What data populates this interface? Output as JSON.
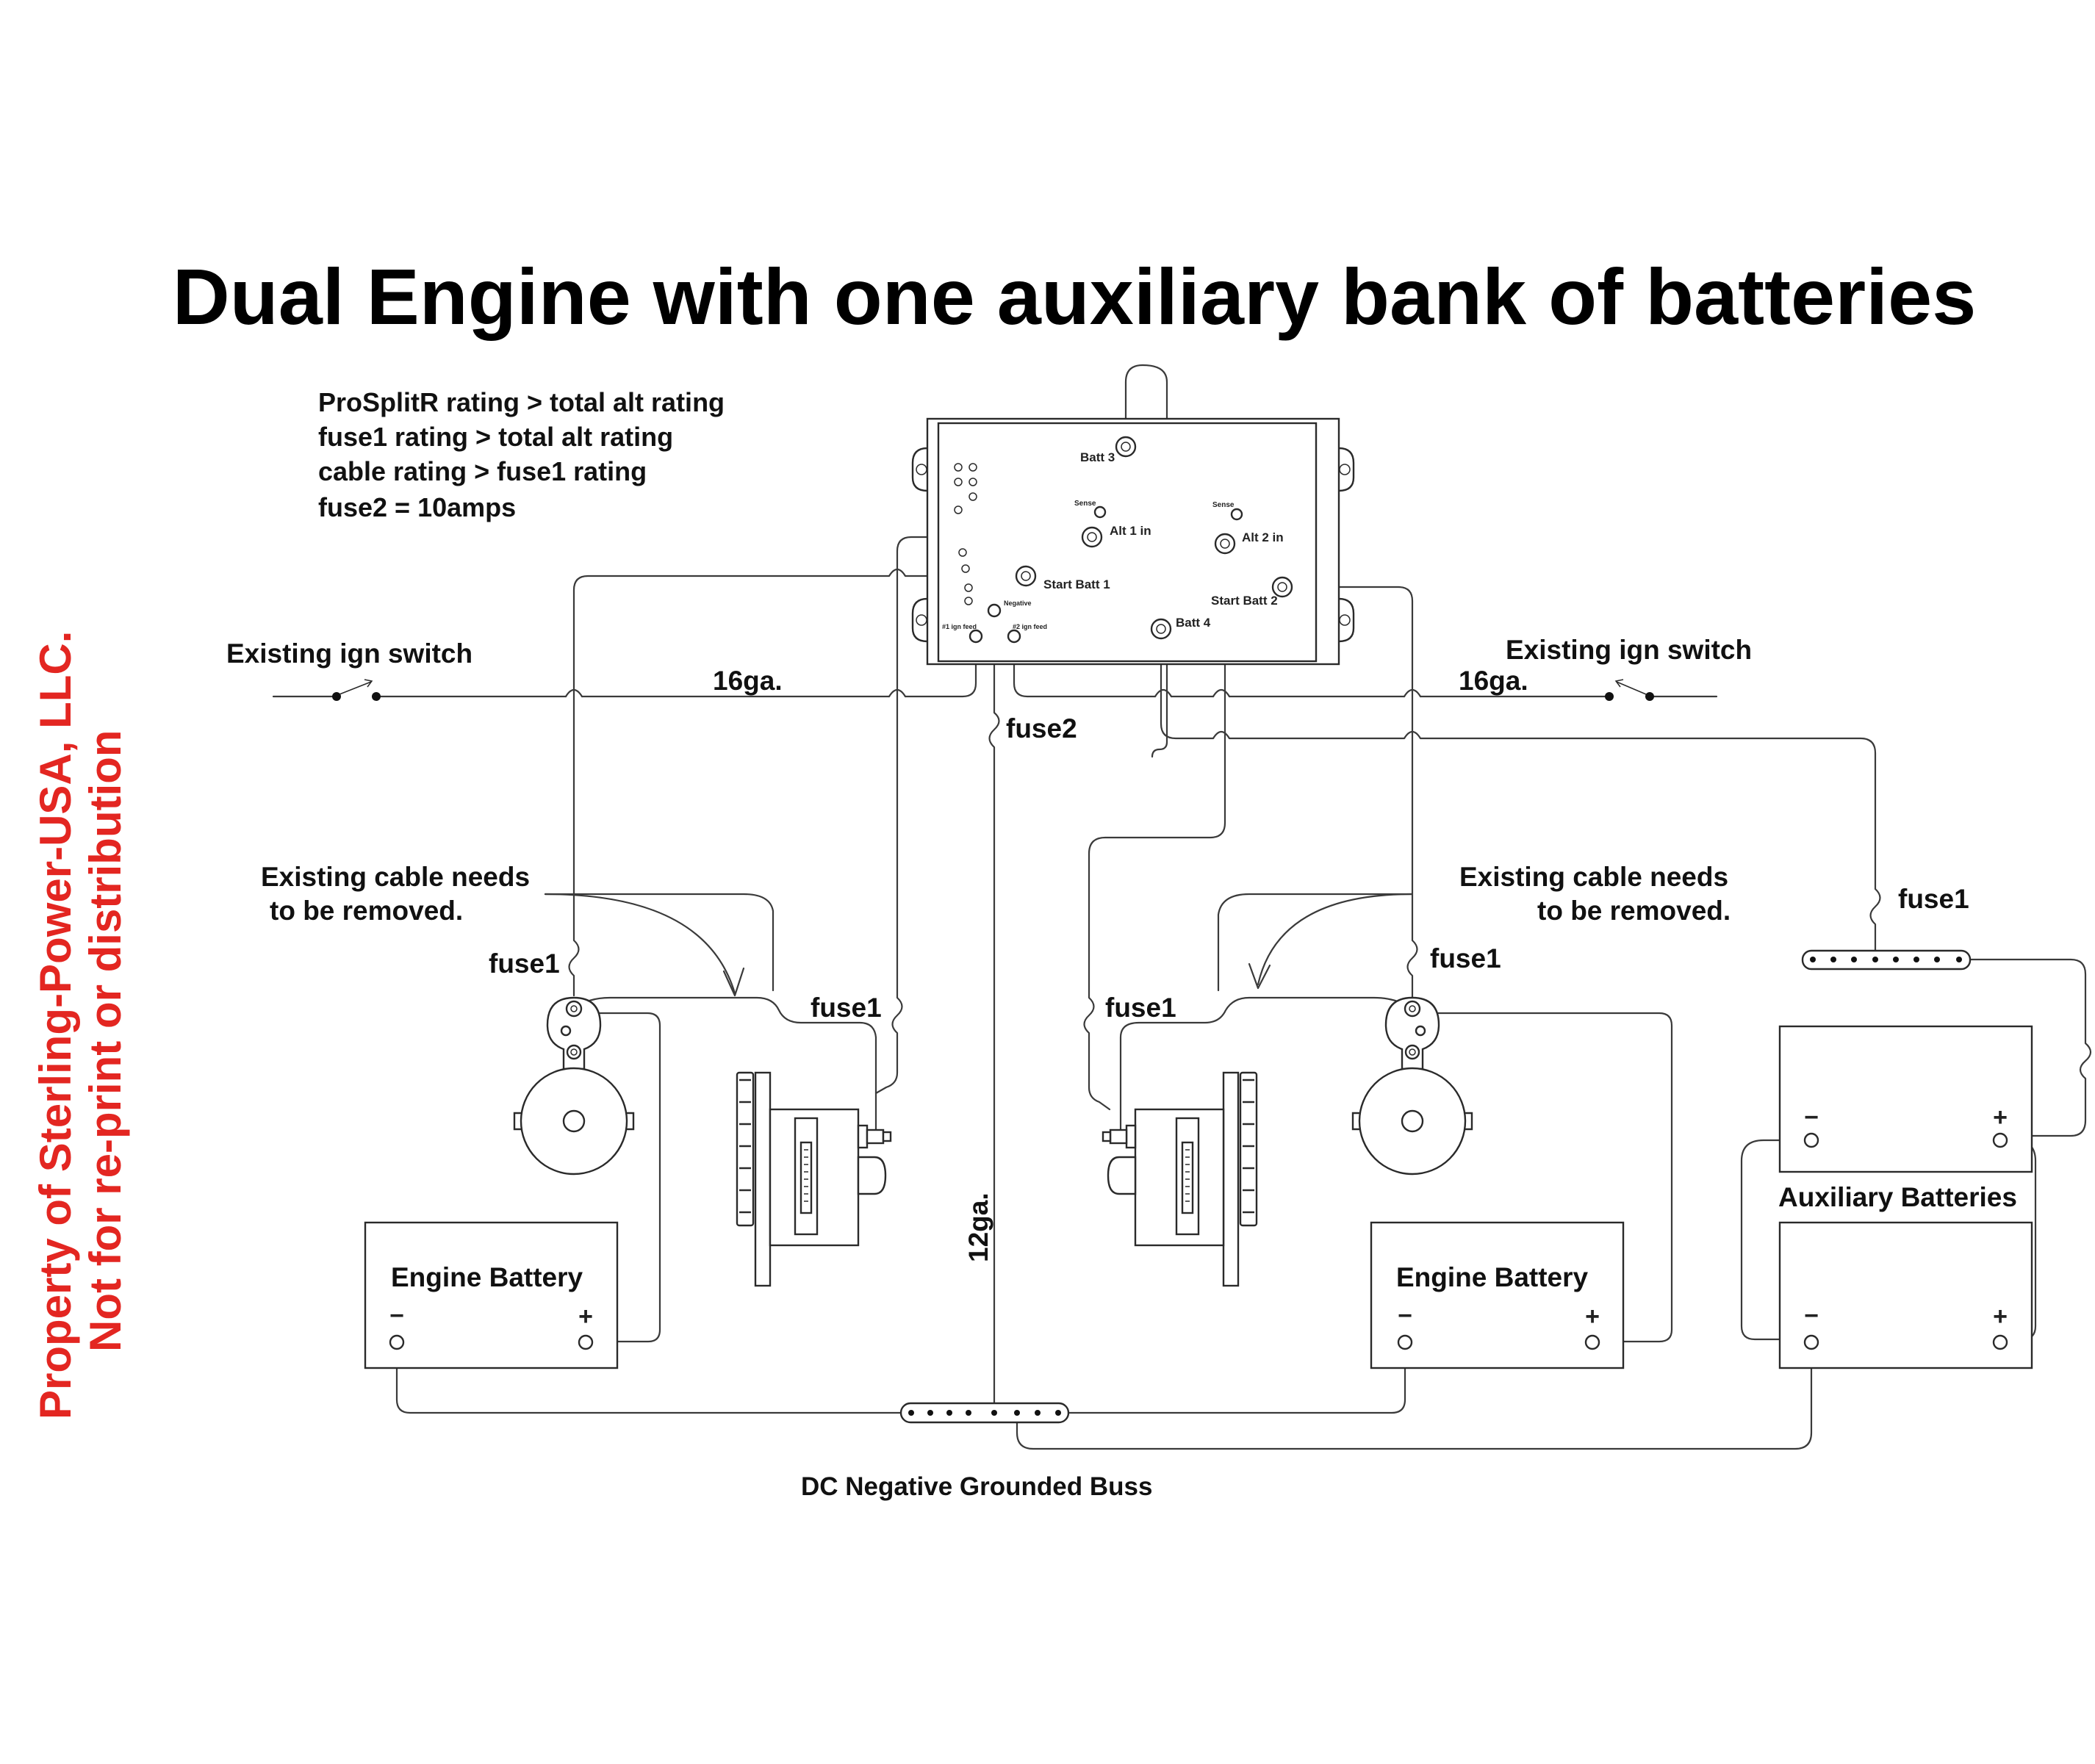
{
  "title": "Dual Engine with one auxiliary bank of batteries",
  "notes": [
    "ProSplitR rating > total alt rating",
    "fuse1 rating > total alt rating",
    "cable rating > fuse1 rating",
    "fuse2 = 10amps"
  ],
  "watermark": {
    "line1": "Property of Sterling-Power-USA, LLC.",
    "line2": "Not for re-print or distribution",
    "color": "#e32621"
  },
  "splitter": {
    "terminals": {
      "batt3": "Batt 3",
      "sense1": "Sense",
      "alt1": "Alt 1 in",
      "sense2": "Sense",
      "alt2": "Alt 2 in",
      "start1": "Start Batt 1",
      "start2": "Start Batt 2",
      "negative": "Negative",
      "batt4": "Batt 4",
      "ign1": "#1 ign feed",
      "ign2": "#2 ign feed"
    }
  },
  "labels": {
    "ign_left": "Existing ign switch",
    "ign_right": "Existing ign switch",
    "ga16_left": "16ga.",
    "ga16_right": "16ga.",
    "fuse2": "fuse2",
    "ga12": "12ga.",
    "cable_left_1": "Existing cable needs",
    "cable_left_2": "to be removed.",
    "cable_right_1": "Existing cable needs",
    "cable_right_2": "to be removed.",
    "fuse1_left_starter": "fuse1",
    "fuse1_left_alt": "fuse1",
    "fuse1_right_alt": "fuse1",
    "fuse1_right_starter": "fuse1",
    "fuse1_aux": "fuse1",
    "engine_battery_left": "Engine Battery",
    "engine_battery_right": "Engine Battery",
    "aux_batteries": "Auxiliary Batteries",
    "neg_buss": "DC Negative Grounded Buss",
    "minus": "−",
    "plus": "+"
  }
}
